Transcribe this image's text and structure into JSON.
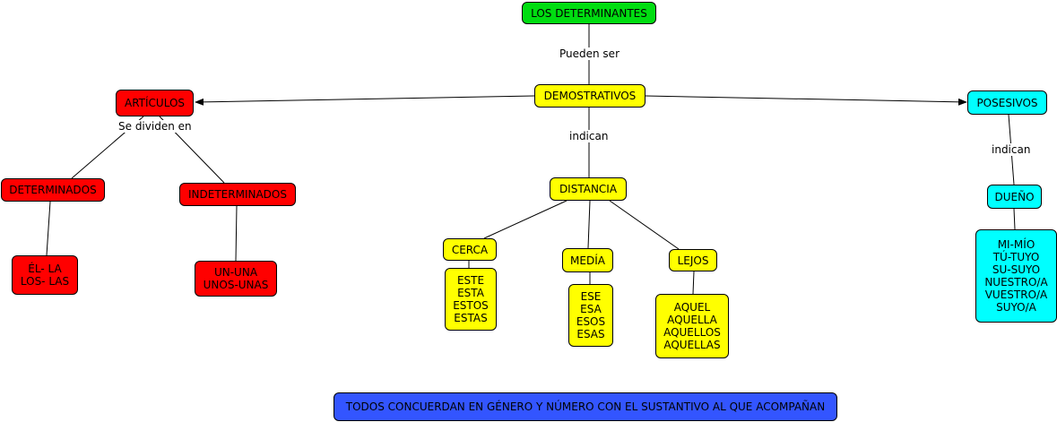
{
  "nodes": {
    "root": "LOS DETERMINANTES",
    "demostrativos": "DEMOSTRATIVOS",
    "articulos": "ARTÍCULOS",
    "posesivos": "POSESIVOS",
    "determinados": "DETERMINADOS",
    "indeterminados": "INDETERMINADOS",
    "determinados_ex": "ÉL- LA\nLOS- LAS",
    "indeterminados_ex": "UN-UNA\nUNOS-UNAS",
    "distancia": "DISTANCIA",
    "cerca": "CERCA",
    "media": "MEDÍA",
    "lejos": "LEJOS",
    "cerca_ex": "ESTE\nESTA\nESTOS\nESTAS",
    "media_ex": "ESE\nESA\nESOS\nESAS",
    "lejos_ex": "AQUEL\nAQUELLA\nAQUELLOS\nAQUELLAS",
    "dueno": "DUEÑO",
    "dueno_ex": "MI-MÍO\nTÚ-TUYO\nSU-SUYO\nNUESTRO/A\nVUESTRO/A\nSUYO/A",
    "footer": "TODOS CONCUERDAN EN GÉNERO Y NÚMERO CON EL SUSTANTIVO AL QUE ACOMPAÑAN"
  },
  "edge_labels": {
    "pueden_ser": "Pueden ser",
    "se_dividen_en": "Se dividen en",
    "indican_distancia": "indican",
    "indican_dueno": "indican"
  },
  "colors": {
    "root": "#00dd11",
    "articulos_branch": "#ff0000",
    "demostrativos_branch": "#ffff00",
    "posesivos_branch": "#00ffff",
    "footer": "#3355ff"
  }
}
